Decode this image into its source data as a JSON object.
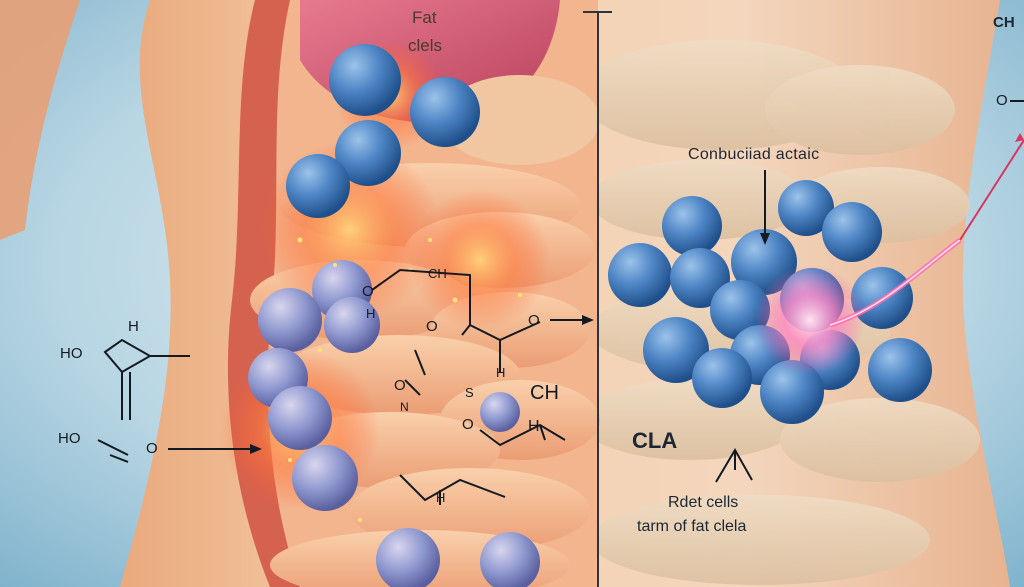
{
  "labels": {
    "fat_line1": "Fat",
    "fat_line2": "clels",
    "top_right_cut": "CH",
    "conjugated": "Conbuciiad actaic",
    "cla": "CLA",
    "rdet_line1": "Rdet cells",
    "rdet_line2": "tarm of fat clela"
  },
  "chemistry": {
    "left": [
      "H",
      "HO",
      "HO",
      "O"
    ],
    "center": [
      "O",
      "CH",
      "H",
      "O",
      "O",
      "H",
      "O",
      "S",
      "N",
      "O",
      "CH",
      "H",
      "H"
    ],
    "right": [
      "O"
    ]
  },
  "colors": {
    "background": "#9cc7dc",
    "skin": "#f2c09a",
    "intestine": "#f5b98f",
    "fat_cell": "#4f86c6",
    "liver": "#d9607a",
    "glow": "#ff6a3d",
    "pink_beam": "#ff5fa8"
  },
  "icons": [
    "fat-cell-sphere",
    "arrow",
    "molecule-bond"
  ]
}
